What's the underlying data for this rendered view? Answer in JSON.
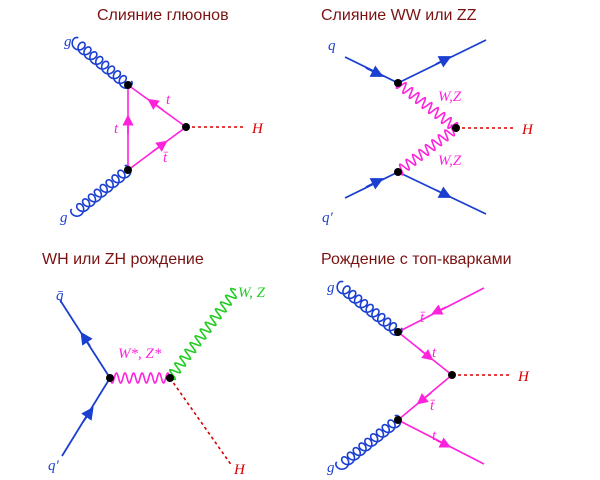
{
  "colors": {
    "quark": "#1a3fd1",
    "top": "#ff22dd",
    "higgs": "#d60000",
    "w_z_green": "#22cc22",
    "title": "#7a1212",
    "vertex": "#000000"
  },
  "panels": {
    "gluon_fusion": {
      "title": "Слияние глюонов",
      "g_top": "g",
      "g_bottom": "g",
      "t_upper": "t",
      "t_left": "t",
      "tbar": "t̄",
      "higgs": "H"
    },
    "vbf": {
      "title": "Слияние WW или ZZ",
      "q": "q",
      "qprime": "q′",
      "wz_upper": "W,Z",
      "wz_lower": "W,Z",
      "higgs": "H"
    },
    "associated": {
      "title": "WH или ZH рождение",
      "qbar": "q̄",
      "qprime": "q′",
      "wz_star": "W*, Z*",
      "wz": "W, Z",
      "higgs": "H"
    },
    "tth": {
      "title": "Рождение с топ-кварками",
      "g_top": "g",
      "g_bottom": "g",
      "tbar_top": "t̄",
      "t_mid": "t",
      "tbar_mid": "t̄",
      "t_bottom": "t",
      "higgs": "H"
    }
  }
}
